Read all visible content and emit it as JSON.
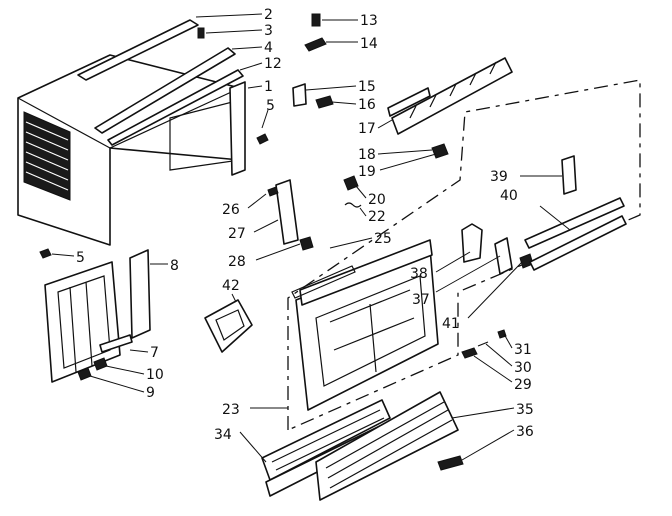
{
  "callouts": {
    "c1": "1",
    "c2": "2",
    "c3": "3",
    "c4": "4",
    "c5a": "5",
    "c5b": "5",
    "c7": "7",
    "c8": "8",
    "c9": "9",
    "c10": "10",
    "c12": "12",
    "c13": "13",
    "c14": "14",
    "c15": "15",
    "c16": "16",
    "c17": "17",
    "c18": "18",
    "c19": "19",
    "c20": "20",
    "c22": "22",
    "c23": "23",
    "c25": "25",
    "c26": "26",
    "c27": "27",
    "c28": "28",
    "c29": "29",
    "c30": "30",
    "c31": "31",
    "c34": "34",
    "c35": "35",
    "c36": "36",
    "c37": "37",
    "c38": "38",
    "c39": "39",
    "c40": "40",
    "c41": "41",
    "c42": "42"
  },
  "colors": {
    "ink": "#111111",
    "paper": "#ffffff"
  }
}
